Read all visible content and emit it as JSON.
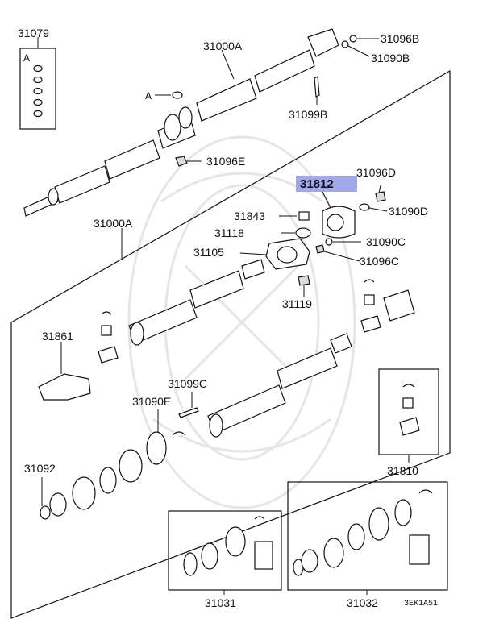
{
  "diagram_code": "3EK1A51",
  "callouts": {
    "p31079": "31079",
    "p31079_ref": "A",
    "p31000A_top": "31000A",
    "p31096B": "31096B",
    "p31090B": "31090B",
    "p31099B": "31099B",
    "ref_a": "A",
    "p31096E": "31096E",
    "p31812": "31812",
    "p31096D": "31096D",
    "p31090D": "31090D",
    "p31843": "31843",
    "p31000A_mid": "31000A",
    "p31118": "31118",
    "p31090C": "31090C",
    "p31105": "31105",
    "p31096C": "31096C",
    "p31119": "31119",
    "p31861": "31861",
    "p31099C": "31099C",
    "p31090E": "31090E",
    "p31810": "31810",
    "p31092": "31092",
    "p31031": "31031",
    "p31032": "31032"
  },
  "highlight": {
    "part": "31812",
    "color": "#9fa8e8"
  }
}
